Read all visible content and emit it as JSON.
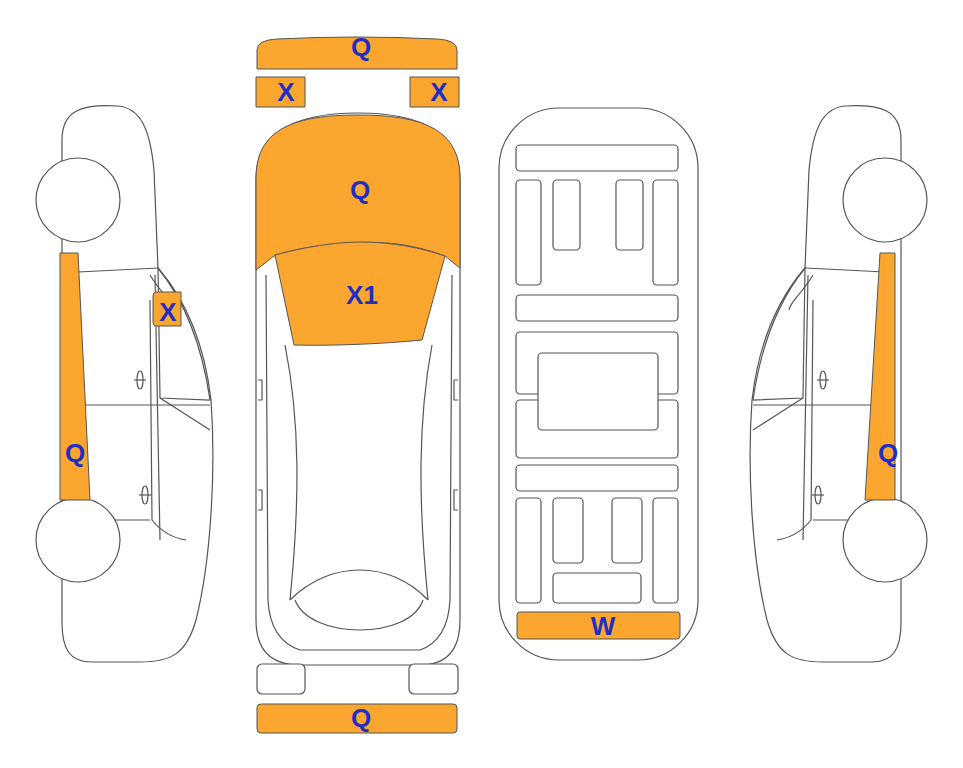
{
  "diagram": {
    "nodes": [
      {
        "text": [
          "Q"
        ]
      },
      {
        "text": [
          "X"
        ]
      },
      {
        "text": [
          "X"
        ]
      },
      {
        "text": [
          "Q"
        ]
      },
      {
        "text": [
          "X1"
        ]
      },
      {
        "text": [
          "X"
        ]
      },
      {
        "text": [
          "Q"
        ]
      },
      {
        "text": [
          "Q"
        ]
      },
      {
        "text": [
          "W"
        ]
      },
      {
        "text": [
          "Q"
        ]
      }
    ]
  }
}
